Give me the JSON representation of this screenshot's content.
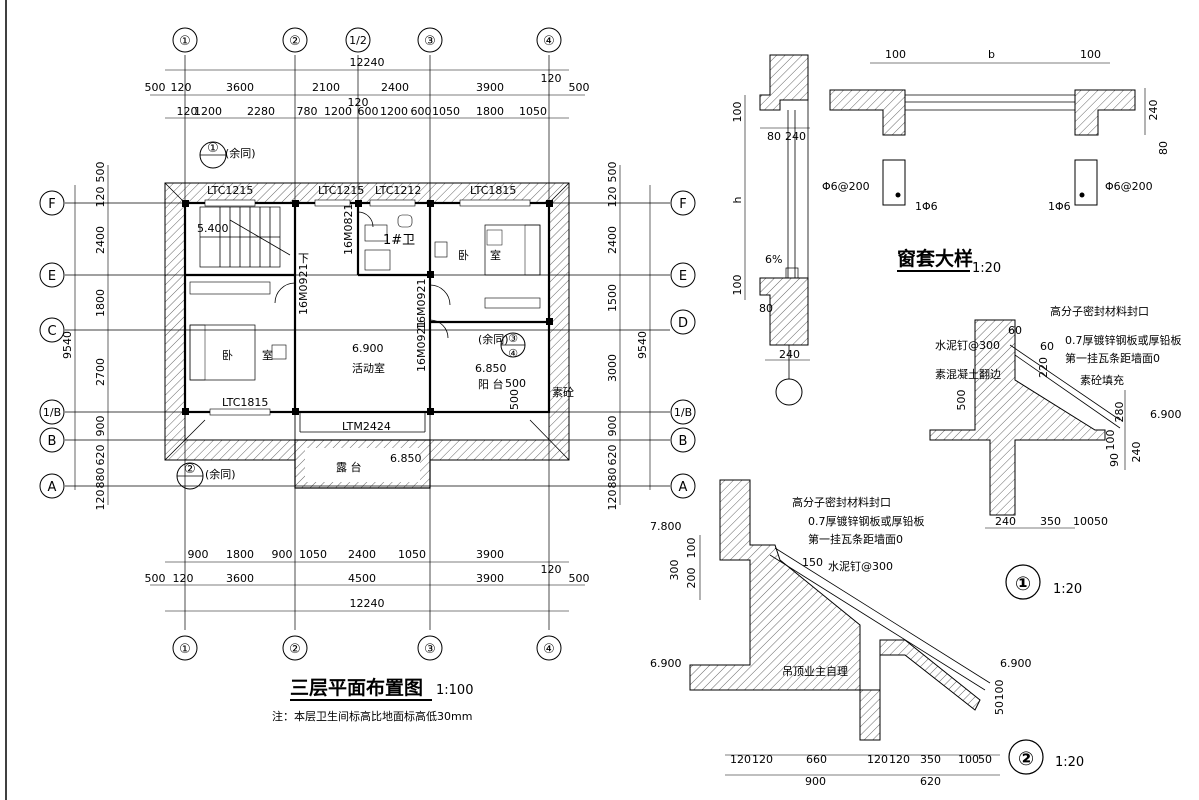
{
  "plan": {
    "title": "三层平面布置图",
    "scale": "1:100",
    "note": "注：本层卫生间标高比地面标高低30mm",
    "axes_top": [
      "①",
      "②",
      "1/2",
      "③",
      "④"
    ],
    "axes_bottom": [
      "①",
      "②",
      "③",
      "④"
    ],
    "axes_left": [
      "F",
      "E",
      "C",
      "1/B",
      "B",
      "A"
    ],
    "axes_right": [
      "F",
      "E",
      "D",
      "1/B",
      "B",
      "A"
    ],
    "dims_top_total": "12240",
    "dims_top_row1": [
      "500",
      "120",
      "3600",
      "2100",
      "2400",
      "3900",
      "120",
      "500"
    ],
    "dims_top_row2": [
      "120",
      "1200",
      "2280",
      "780",
      "1200",
      "600",
      "1200",
      "600",
      "1050",
      "1800",
      "1050",
      "120"
    ],
    "dims_bottom_row1": [
      "900",
      "1800",
      "900",
      "1050",
      "2400",
      "1050",
      "3900"
    ],
    "dims_bottom_row2": [
      "500",
      "120",
      "3600",
      "4500",
      "3900",
      "120",
      "500"
    ],
    "dims_bottom_total": "12240",
    "dims_left": [
      "500",
      "120",
      "2400",
      "1800",
      "2700",
      "900",
      "620",
      "880",
      "120"
    ],
    "dims_left_total": "9540",
    "dims_right": [
      "500",
      "120",
      "2400",
      "1500",
      "3000",
      "900",
      "620",
      "880",
      "120"
    ],
    "dims_right_total": "9540",
    "windows": [
      "LTC1215",
      "LTC1215",
      "LTC1212",
      "LTC1815",
      "LTC1815"
    ],
    "doors": [
      "16M0821",
      "16M0921",
      "16M0921",
      "16M0921",
      "LTM2424"
    ],
    "rooms": {
      "bath": "1#卫",
      "bedroom_ne_1": "卧",
      "bedroom_ne_2": "室",
      "bedroom_w_1": "卧",
      "bedroom_w_2": "室",
      "activity": "活动室",
      "balcony": "阳 台",
      "terrace": "露 台",
      "stair_down": "下"
    },
    "elevations": [
      "5.400",
      "6.900",
      "6.850",
      "6.850"
    ],
    "small_notes": [
      "(余同)",
      "(余同)",
      "(余同)",
      "素砼",
      "500",
      "500"
    ],
    "detail_marks": [
      "①",
      "②",
      "③",
      "④"
    ]
  },
  "window_detail": {
    "title": "窗套大样",
    "scale": "1:20",
    "dims": [
      "100",
      "b",
      "100",
      "240",
      "80",
      "100",
      "80",
      "240",
      "h",
      "100",
      "6%",
      "80",
      "240"
    ],
    "rebar": [
      "Φ6@200",
      "1Φ6",
      "Φ6@200",
      "1Φ6"
    ]
  },
  "detail1": {
    "mark": "①",
    "scale": "1:20",
    "labels": [
      "高分子密封材料封口",
      "0.7厚镀锌钢板或厚铅板",
      "第一挂瓦条距墙面0",
      "素砼填充",
      "水泥钉@300",
      "素混凝土翻边"
    ],
    "dims": [
      "60",
      "60",
      "220",
      "500",
      "280",
      "6.900",
      "100",
      "240",
      "90",
      "240",
      "350",
      "100",
      "50"
    ]
  },
  "detail2": {
    "mark": "②",
    "scale": "1:20",
    "labels": [
      "高分子密封材料封口",
      "0.7厚镀锌钢板或厚铅板",
      "第一挂瓦条距墙面0",
      "水泥钉@300",
      "吊顶业主自理"
    ],
    "elevations": [
      "7.800",
      "6.900",
      "6.900"
    ],
    "dims": [
      "300",
      "200",
      "100",
      "150",
      "100",
      "50",
      "120",
      "120",
      "660",
      "120",
      "120",
      "350",
      "100",
      "50",
      "900",
      "620"
    ]
  }
}
